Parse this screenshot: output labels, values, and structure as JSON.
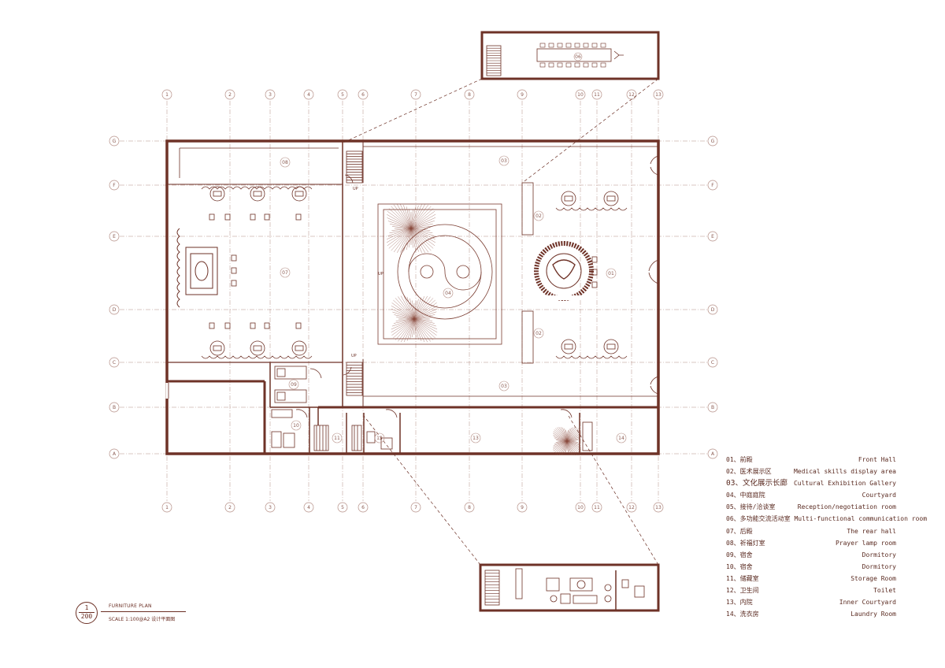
{
  "colors": {
    "line": "#6b2f24",
    "grid": "#b58f86",
    "wall": "#6e3227",
    "label": "#8a5a50"
  },
  "grid": {
    "columns": [
      "1",
      "2",
      "3",
      "4",
      "5",
      "6",
      "7",
      "8",
      "9",
      "10",
      "11",
      "12",
      "13"
    ],
    "rows": [
      "G",
      "F",
      "E",
      "D",
      "C",
      "B",
      "A"
    ]
  },
  "rooms": [
    {
      "code": "01"
    },
    {
      "code": "02a",
      "label": "02"
    },
    {
      "code": "02b",
      "label": "02"
    },
    {
      "code": "03a",
      "label": "03"
    },
    {
      "code": "03b",
      "label": "03"
    },
    {
      "code": "04",
      "label": "04"
    },
    {
      "code": "07",
      "label": "07"
    },
    {
      "code": "08",
      "label": "08"
    },
    {
      "code": "09",
      "label": "09"
    },
    {
      "code": "10",
      "label": "10"
    },
    {
      "code": "11",
      "label": "11"
    },
    {
      "code": "12",
      "label": "12"
    },
    {
      "code": "13",
      "label": "13"
    },
    {
      "code": "14",
      "label": "14"
    }
  ],
  "room_labels": {
    "r01": "01",
    "r02a": "02",
    "r02b": "02",
    "r03a": "03",
    "r03b": "03",
    "r04": "04",
    "r06": "06",
    "r07": "07",
    "r08": "08",
    "r09": "09",
    "r10": "10",
    "r11": "11",
    "r12": "12",
    "r13": "13",
    "r14": "14"
  },
  "stair_labels": {
    "up1": "UP",
    "up2": "UP",
    "up3": "UP"
  },
  "legend": [
    {
      "zh": "01、前殿",
      "en": "Front Hall"
    },
    {
      "zh": "02、医术展示区",
      "en": "Medical skills display area"
    },
    {
      "zh": "03、文化展示长廊",
      "en": "Cultural Exhibition Gallery"
    },
    {
      "zh": "04、中庭庭院",
      "en": "Courtyard"
    },
    {
      "zh": "05、接待/洽谈室",
      "en": "Reception/negotiation room"
    },
    {
      "zh": "06、多功能交流活动室 Multi-functional communication room",
      "en": ""
    },
    {
      "zh": "07、后殿",
      "en": "The rear hall"
    },
    {
      "zh": "08、祈福灯室",
      "en": "Prayer lamp room"
    },
    {
      "zh": "09、宿舍",
      "en": "Dormitory"
    },
    {
      "zh": "10、宿舍",
      "en": "Dormitory"
    },
    {
      "zh": "11、储藏室",
      "en": "Storage Room"
    },
    {
      "zh": "12、卫生间",
      "en": "Toilet"
    },
    {
      "zh": "13、内院",
      "en": "Inner Courtyard"
    },
    {
      "zh": "14、洗衣房",
      "en": "Laundry Room"
    }
  ],
  "title_block": {
    "scale_top": "1",
    "scale_bottom": "200",
    "title": "FURNITURE PLAN",
    "scale_text": "SCALE  1:100@A2   设计平面图"
  }
}
